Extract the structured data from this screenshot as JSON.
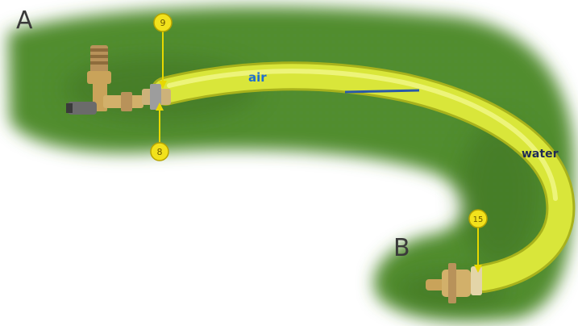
{
  "labels": {
    "end_a": "A",
    "end_b": "B",
    "air": "air",
    "water": "water"
  },
  "markers": {
    "top": "9",
    "bottom": "8",
    "right": "15"
  },
  "colors": {
    "grass": "#4f8a2e",
    "grass_dark": "#3c7022",
    "hose": "#d9e63a",
    "hose_edge": "#a8b21c",
    "marker_fill": "#f2e21c",
    "marker_stroke": "#b8a400",
    "air_text": "#1f6fd0",
    "water_text": "#1f2a55",
    "brass": "#c9a35a"
  }
}
